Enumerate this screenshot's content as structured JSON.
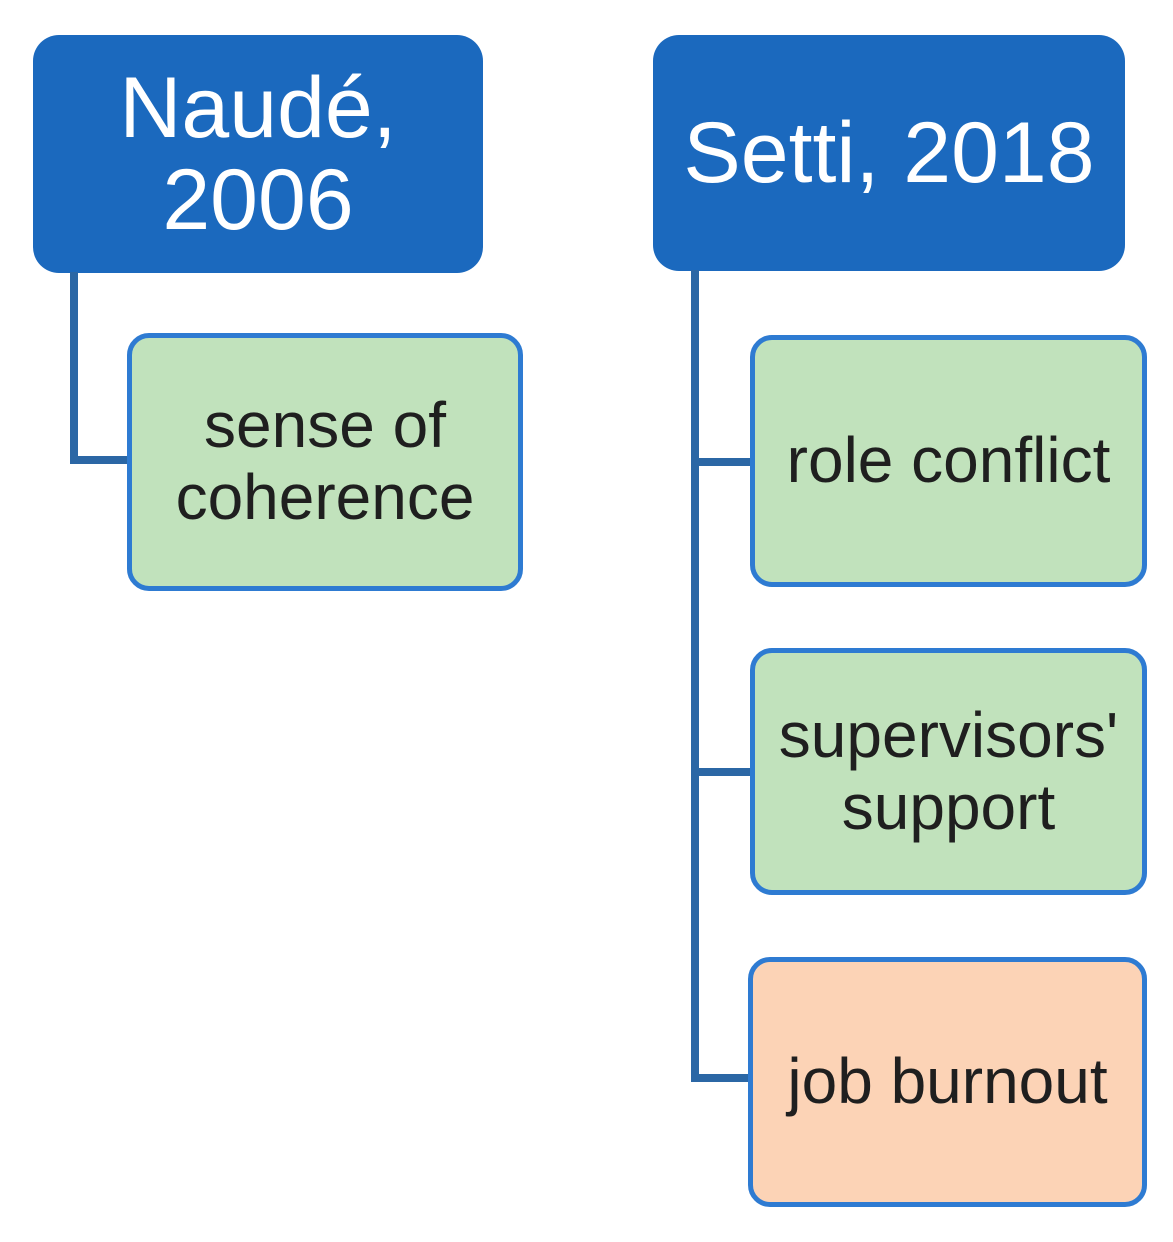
{
  "diagram": {
    "description": "Concept map of study variables by author and year",
    "background": "#ffffff",
    "colors": {
      "parent_fill": "#1b69be",
      "parent_text": "#ffffff",
      "child_border": "#2e7bd2",
      "child_text": "#1f1f1f",
      "child_fill_green": "#c1e2bc",
      "child_fill_peach": "#fcd3b6",
      "connector": "#2b67a5"
    },
    "trees": [
      {
        "parent": {
          "label": "Naudé,\n2006",
          "children": [
            {
              "label": "sense of\ncoherence",
              "fill": "#c1e2bc"
            }
          ]
        }
      },
      {
        "parent": {
          "label": "Setti, 2018",
          "children": [
            {
              "label": "role conflict",
              "fill": "#c1e2bc"
            },
            {
              "label": "supervisors'\nsupport",
              "fill": "#c1e2bc"
            },
            {
              "label": "job burnout",
              "fill": "#fcd3b6"
            }
          ]
        }
      }
    ]
  }
}
